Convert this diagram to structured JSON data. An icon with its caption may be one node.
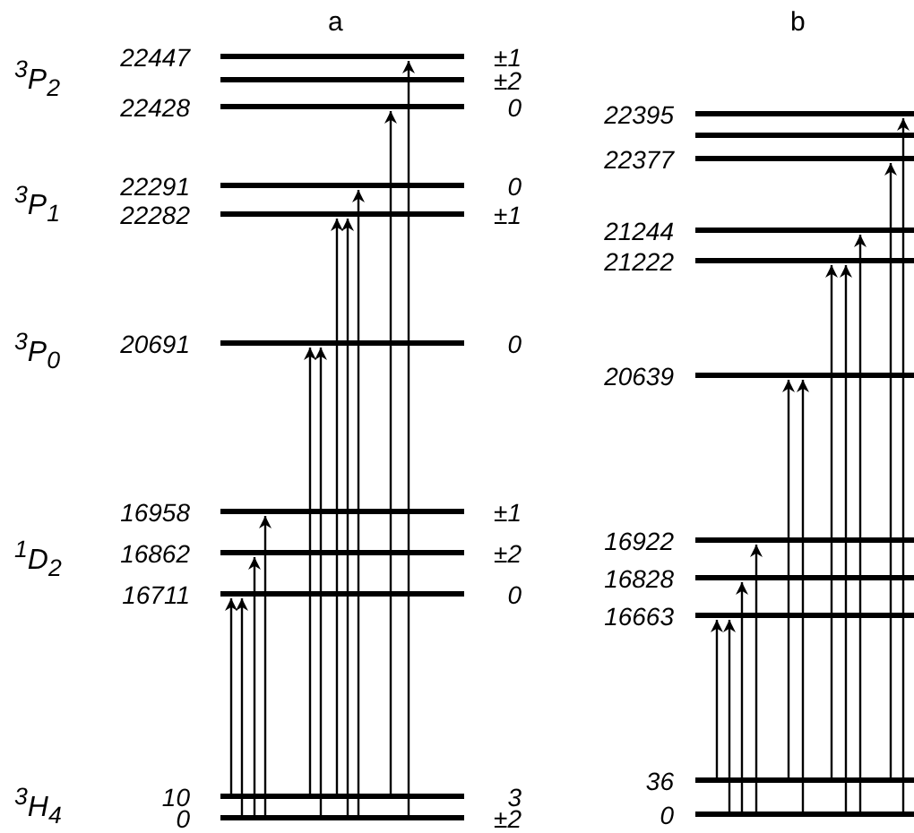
{
  "diagram": {
    "nodes": [
      {
        "text": [
          "22447"
        ],
        "beside": [
          "±1"
        ]
      },
      {
        "text": [],
        "shape": "bar",
        "beside": [
          "±2"
        ]
      },
      {
        "text": [
          "22428"
        ],
        "beside": [
          "0"
        ]
      },
      {
        "text": [
          "22291"
        ],
        "beside": [
          "0"
        ]
      },
      {
        "text": [
          "22282"
        ],
        "beside": [
          "±1"
        ]
      },
      {
        "text": [
          "20691"
        ],
        "beside": [
          "0"
        ]
      },
      {
        "text": [
          "16958"
        ],
        "beside": [
          "±1"
        ]
      },
      {
        "text": [
          "16862"
        ],
        "beside": [
          "±2"
        ]
      },
      {
        "text": [
          "16711"
        ],
        "beside": [
          "0"
        ]
      },
      {
        "text": [
          "10"
        ],
        "beside": [
          "3"
        ]
      },
      {
        "text": [
          "0"
        ],
        "beside": [
          "±2"
        ]
      },
      {
        "text": [
          "22395"
        ]
      },
      {
        "text": [],
        "shape": "bar"
      },
      {
        "text": [
          "22377"
        ]
      },
      {
        "text": [
          "21244"
        ]
      },
      {
        "text": [
          "21222"
        ]
      },
      {
        "text": [
          "20639"
        ]
      },
      {
        "text": [
          "16922"
        ]
      },
      {
        "text": [
          "16828"
        ]
      },
      {
        "text": [
          "16663"
        ]
      },
      {
        "text": [
          "36"
        ]
      },
      {
        "text": [
          "0"
        ]
      }
    ],
    "edges": [
      {
        "from": 9,
        "to": 8,
        "arrow": "to"
      },
      {
        "from": 10,
        "to": 8,
        "arrow": "to"
      },
      {
        "from": 10,
        "to": 7,
        "arrow": "to"
      },
      {
        "from": 10,
        "to": 6,
        "arrow": "to"
      },
      {
        "from": 9,
        "to": 5,
        "arrow": "to"
      },
      {
        "from": 10,
        "to": 5,
        "arrow": "to"
      },
      {
        "from": 9,
        "to": 4,
        "arrow": "to"
      },
      {
        "from": 10,
        "to": 4,
        "arrow": "to"
      },
      {
        "from": 10,
        "to": 3,
        "arrow": "to"
      },
      {
        "from": 9,
        "to": 2,
        "arrow": "to"
      },
      {
        "from": 10,
        "to": 0,
        "arrow": "to"
      },
      {
        "from": 20,
        "to": 19,
        "arrow": "to"
      },
      {
        "from": 21,
        "to": 19,
        "arrow": "to"
      },
      {
        "from": 21,
        "to": 18,
        "arrow": "to"
      },
      {
        "from": 21,
        "to": 17,
        "arrow": "to"
      },
      {
        "from": 20,
        "to": 16,
        "arrow": "to"
      },
      {
        "from": 21,
        "to": 16,
        "arrow": "to"
      },
      {
        "from": 20,
        "to": 15,
        "arrow": "to"
      },
      {
        "from": 21,
        "to": 15,
        "arrow": "to"
      },
      {
        "from": 21,
        "to": 14,
        "arrow": "to"
      },
      {
        "from": 20,
        "to": 13,
        "arrow": "to"
      },
      {
        "from": 21,
        "to": 11,
        "arrow": "to"
      }
    ],
    "labels": [
      "a",
      "b",
      "$^{3}$P$_{2}$",
      "$^{3}$P$_{1}$",
      "$^{3}$P$_{0}$",
      "$^{1}$D$_{2}$",
      "$^{3}$H$_{4}$"
    ]
  }
}
